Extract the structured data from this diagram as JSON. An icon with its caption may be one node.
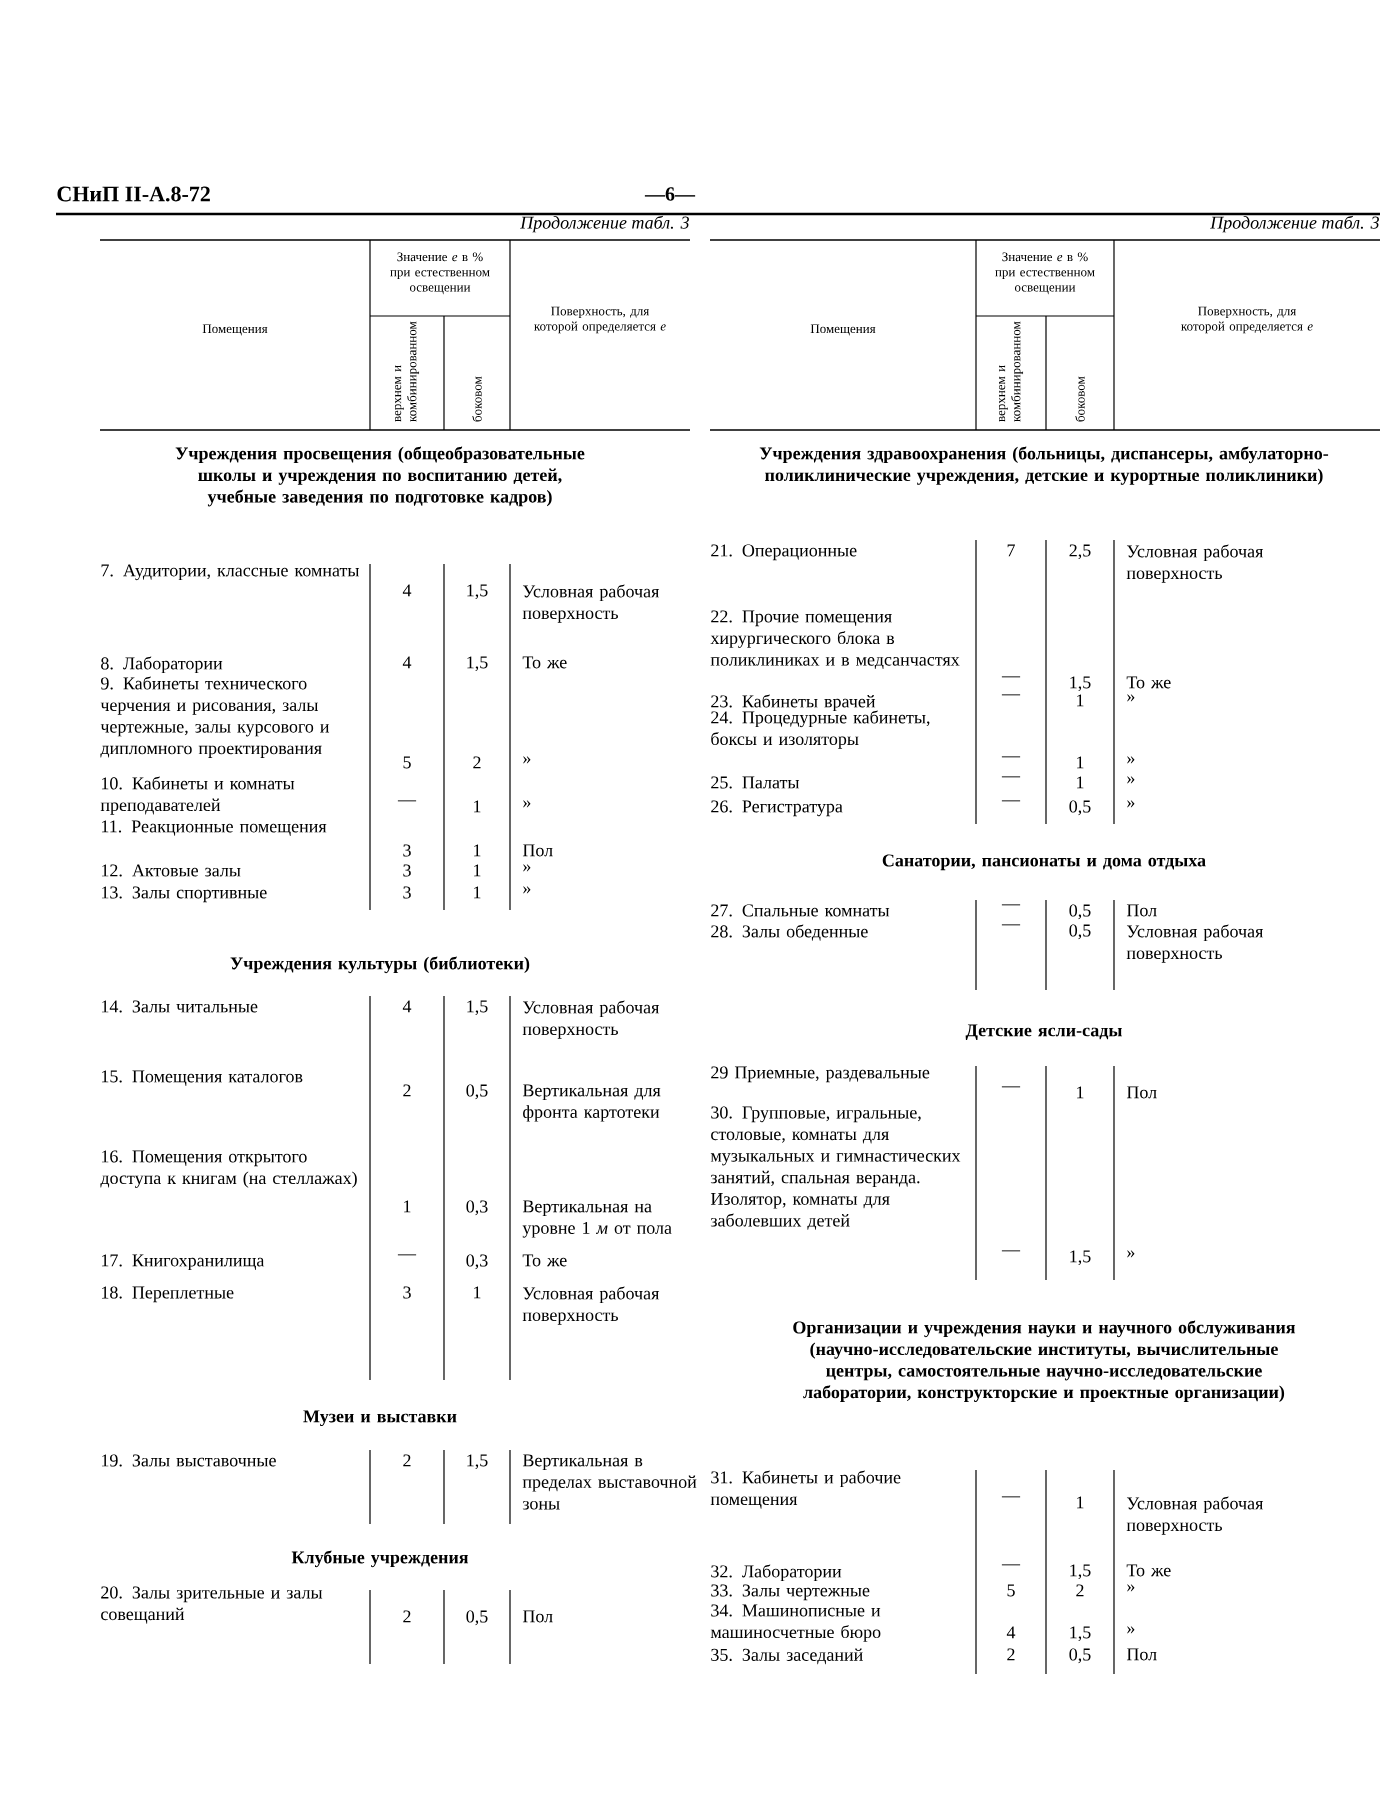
{
  "diagram": {
    "labels": [
      "СНиП II-А.8-72",
      "—6—",
      "Продолжение табл. 3",
      "Помещения",
      "Значение *e* в % при естественном освещении",
      "верхнем и комбинированном",
      "боковом",
      "Поверхность, для которой определяется *e*",
      "Учреждения просвещения (общеобразовательные школы и учреждения по воспитанию детей, учебные заведения по подготовке кадров)",
      "7. Аудитории, классные комнаты",
      "4",
      "1,5",
      "Условная рабочая поверхность",
      "8. Лаборатории",
      "4",
      "1,5",
      "То же",
      "9. Кабинеты технического черчения и рисования, залы чертежные, залы курсового и дипломного проектирования",
      "5",
      "2",
      "»",
      "10. Кабинеты и комнаты преподавателей",
      "—",
      "1",
      "»",
      "11. Реакционные помещения",
      "3",
      "1",
      "Пол",
      "12. Актовые залы",
      "3",
      "1",
      "»",
      "13. Залы спортивные",
      "3",
      "1",
      "»",
      "Учреждения культуры (библиотеки)",
      "14. Залы читальные",
      "4",
      "1,5",
      "Условная рабочая поверхность",
      "15. Помещения каталогов",
      "2",
      "0,5",
      "Вертикальная для фронта картотеки",
      "16. Помещения открытого доступа к книгам (на стеллажах)",
      "1",
      "0,3",
      "Вертикальная на уровне 1 *м* от пола",
      "17. Книгохранилища",
      "—",
      "0,3",
      "То же",
      "18. Переплетные",
      "3",
      "1",
      "Условная рабочая поверхность",
      "Музеи и выставки",
      "19. Залы выставочные",
      "2",
      "1,5",
      "Вертикальная в пределах выставочной зоны",
      "Клубные учреждения",
      "20. Залы зрительные и залы совещаний",
      "2",
      "0,5",
      "Пол",
      "Продолжение табл. 3",
      "Помещения",
      "Значение *e* в % при естественном освещении",
      "верхнем и комбинированном",
      "боковом",
      "Поверхность, для которой определяется *e*",
      "Учреждения здравоохранения (больницы, диспансеры, амбулаторно-поликлинические учреждения, детские и курортные поликлиники)",
      "21. Операционные",
      "7",
      "2,5",
      "Условная рабочая поверхность",
      "22. Прочие помещения хирургического блока в поликлиниках и в медсанчастях",
      "—",
      "1,5",
      "То же",
      "23. Кабинеты врачей",
      "—",
      "1",
      "»",
      "24. Процедурные кабинеты, боксы и изоляторы",
      "—",
      "1",
      "»",
      "25. Палаты",
      "—",
      "1",
      "»",
      "26. Регистратура",
      "—",
      "0,5",
      "»",
      "Санатории, пансионаты и дома отдыха",
      "27. Спальные комнаты",
      "—",
      "0,5",
      "Пол",
      "28. Залы обеденные",
      "—",
      "0,5",
      "Условная рабочая поверхность",
      "Детские ясли-сады",
      "29 Приемные, раздевальные",
      "—",
      "1",
      "Пол",
      "30. Групповые, игральные, столовые, комнаты для музыкальных и гимнастических занятий, спальная веранда. Изолятор, комнаты для заболевших детей",
      "—",
      "1,5",
      "»",
      "Организации и учреждения науки и научного обслуживания (научно-исследовательские институты, вычислительные центры, самостоятельные научно-исследовательские лаборатории, конструкторские и проектные организации)",
      "31. Кабинеты и рабочие помещения",
      "—",
      "1",
      "Условная рабочая поверхность",
      "32. Лаборатории",
      "—",
      "1,5",
      "То же",
      "33. Залы чертежные",
      "5",
      "2",
      "»",
      "34. Машинописные и машиносчетные бюро",
      "4",
      "1,5",
      "»",
      "35. Залы заседаний",
      "2",
      "0,5",
      "Пол"
    ]
  }
}
